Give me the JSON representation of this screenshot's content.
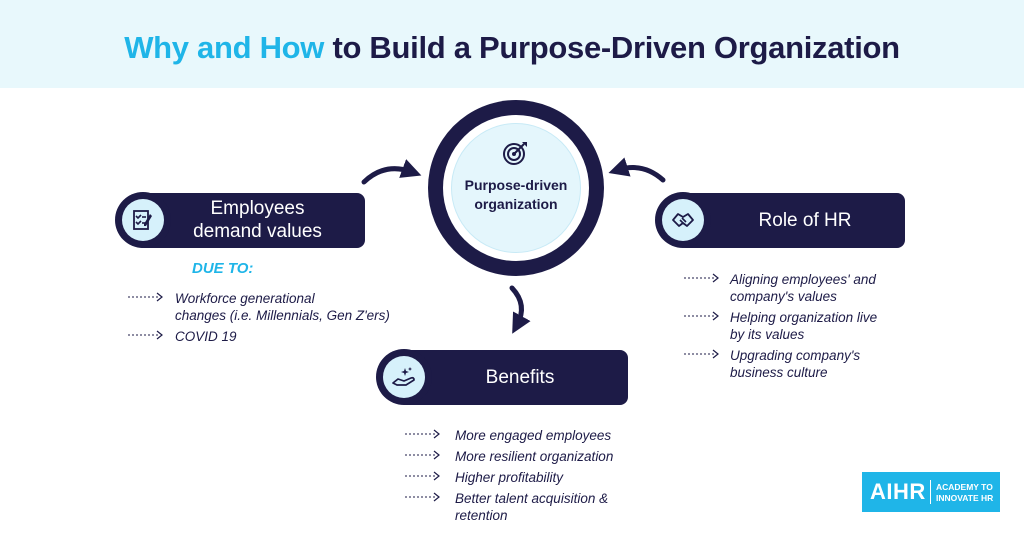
{
  "title": {
    "highlight": "Why and How",
    "rest": "to Build a Purpose-Driven Organization"
  },
  "center": {
    "line1": "Purpose-driven",
    "line2": "organization",
    "icon": "target-icon"
  },
  "employees": {
    "line1": "Employees",
    "line2": "demand values",
    "icon": "checklist-icon",
    "due_to": "DUE TO:",
    "items": [
      {
        "l1": "Workforce generational",
        "l2": "changes (i.e. Millennials, Gen Z'ers)"
      },
      {
        "l1": "COVID 19",
        "l2": ""
      }
    ]
  },
  "role": {
    "label": "Role of HR",
    "icon": "handshake-icon",
    "items": [
      {
        "l1": "Aligning employees' and",
        "l2": "company's values"
      },
      {
        "l1": "Helping organization live",
        "l2": "by its values"
      },
      {
        "l1": "Upgrading company's",
        "l2": "business culture"
      }
    ]
  },
  "benefits": {
    "label": "Benefits",
    "icon": "hand-sparkle-icon",
    "items": [
      {
        "l1": "More engaged employees",
        "l2": ""
      },
      {
        "l1": "More resilient organization",
        "l2": ""
      },
      {
        "l1": "Higher profitability",
        "l2": ""
      },
      {
        "l1": "Better talent acquisition &",
        "l2": "retention"
      }
    ]
  },
  "logo": {
    "main": "AIHR",
    "sub1": "ACADEMY TO",
    "sub2": "INNOVATE HR"
  },
  "colors": {
    "navy": "#1d1b47",
    "cyan": "#1fb5e8",
    "light": "#e8f8fc"
  }
}
